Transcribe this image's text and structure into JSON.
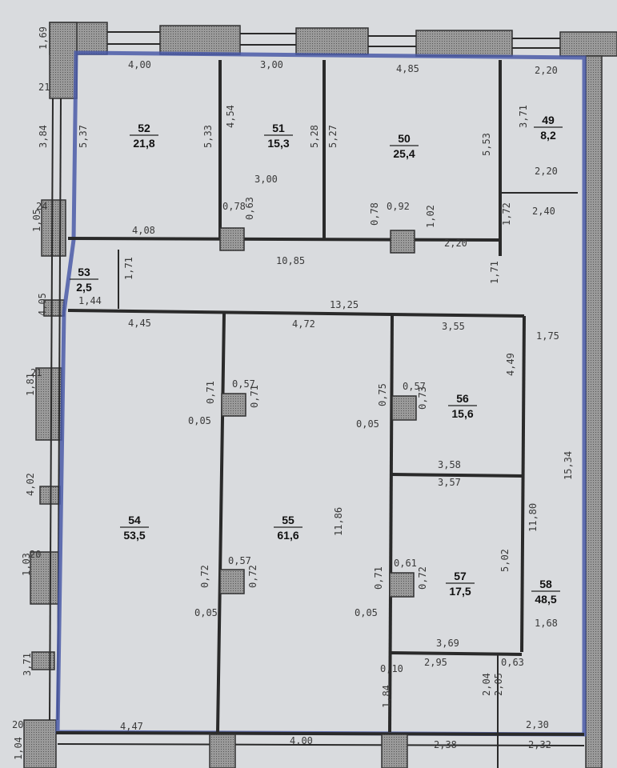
{
  "rooms": [
    {
      "number": "52",
      "area": "21,8"
    },
    {
      "number": "51",
      "area": "15,3"
    },
    {
      "number": "50",
      "area": "25,4"
    },
    {
      "number": "49",
      "area": "8,2"
    },
    {
      "number": "53",
      "area": "2,5"
    },
    {
      "number": "54",
      "area": "53,5"
    },
    {
      "number": "55",
      "area": "61,6"
    },
    {
      "number": "56",
      "area": "15,6"
    },
    {
      "number": "57",
      "area": "17,5"
    },
    {
      "number": "58",
      "area": "48,5"
    }
  ],
  "dimensions": [
    "1,69",
    "4,00",
    "3,00",
    "4,85",
    "2,20",
    "21",
    "3,84",
    "5,37",
    "5,33",
    "4,54",
    "3,00",
    "5,28",
    "5,27",
    "5,53",
    "3,71",
    "2,20",
    "2,40",
    "24",
    "1,05",
    "0,78",
    "0,63",
    "4,08",
    "0,92",
    "0,78",
    "1,02",
    "2,20",
    "1,72",
    "10,85",
    "1,71",
    "1,71",
    "1,44",
    "4,05",
    "13,25",
    "4,45",
    "4,72",
    "3,55",
    "1,75",
    "1,81",
    "21",
    "0,57",
    "0,71",
    "0,71",
    "0,05",
    "0,57",
    "0,75",
    "0,73",
    "0,05",
    "4,49",
    "3,58",
    "3,57",
    "15,34",
    "4,02",
    "11,86",
    "11,80",
    "1,03",
    "20",
    "0,57",
    "0,72",
    "0,72",
    "0,61",
    "0,71",
    "0,72",
    "5,02",
    "0,05",
    "0,05",
    "1,68",
    "3,69",
    "0,10",
    "2,95",
    "0,63",
    "3,71",
    "2,04",
    "2,05",
    "1,84",
    "20",
    "4,47",
    "2,30",
    "1,04",
    "4,00",
    "2,38",
    "2,32"
  ],
  "colors": {
    "boundary": "#4a5aa8",
    "paper": "#d9dbde",
    "wall_fill": "#8c8c8c"
  }
}
